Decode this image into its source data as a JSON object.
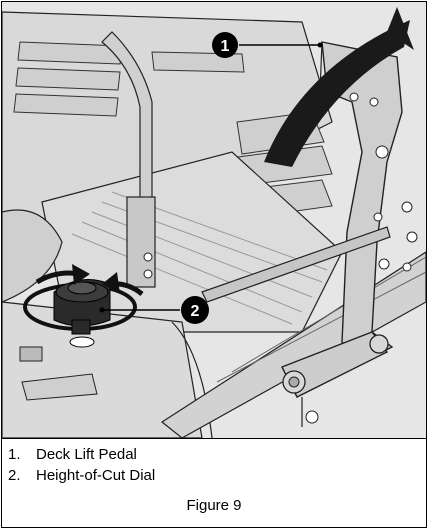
{
  "callouts": [
    {
      "number": "1",
      "target": "deck-lift-pedal"
    },
    {
      "number": "2",
      "target": "height-of-cut-dial"
    }
  ],
  "legend": [
    {
      "number": "1.",
      "label": "Deck Lift Pedal"
    },
    {
      "number": "2.",
      "label": "Height-of-Cut Dial"
    }
  ],
  "caption": "Figure 9"
}
